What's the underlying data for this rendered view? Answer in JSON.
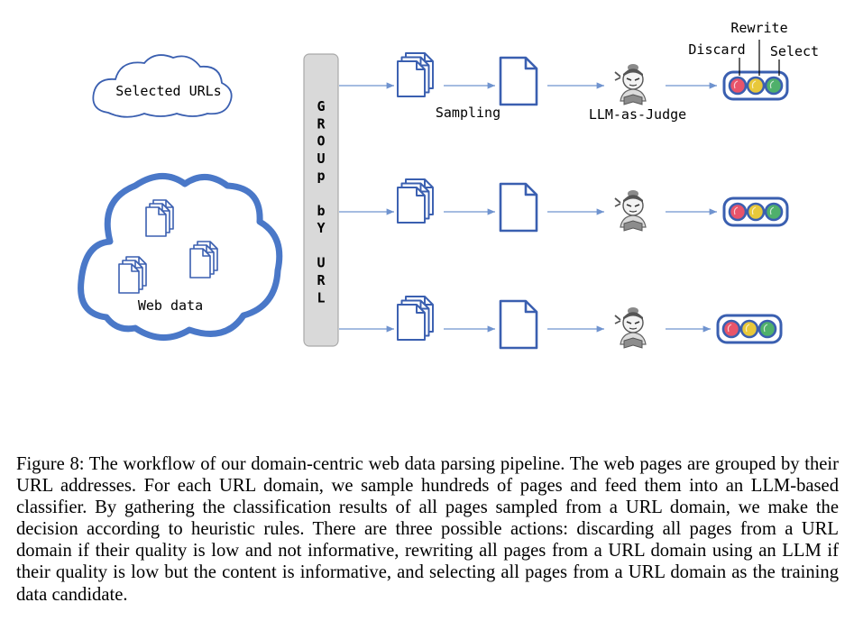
{
  "labels": {
    "selected_urls": "Selected URLs",
    "web_data": "Web data",
    "group_by_url": [
      "G",
      "R",
      "O",
      "U",
      "p",
      "",
      "b",
      "Y",
      "",
      "U",
      "R",
      "L"
    ],
    "sampling": "Sampling",
    "llm_judge": "LLM-as-Judge",
    "rewrite": "Rewrite",
    "discard": "Discard",
    "select": "Select"
  },
  "colors": {
    "cloud_blue": "#4a78c8",
    "doc_blue": "#3a5fb0",
    "arrow_blue": "#6f93cf",
    "group_bar": "#d9d9d9",
    "light_red": "#e8546a",
    "light_yellow": "#e8c83a",
    "light_green": "#4fb06b"
  },
  "icons": [
    "cloud-icon",
    "document-stack-icon",
    "document-icon",
    "judge-person-icon",
    "traffic-light-icon"
  ],
  "caption": "Figure 8: The workflow of our domain-centric web data parsing pipeline. The web pages are grouped by their URL addresses. For each URL domain, we sample hundreds of pages and feed them into an LLM-based classifier. By gathering the classification results of all pages sampled from a URL domain, we make the decision according to heuristic rules. There are three possible actions: discarding all pages from a URL domain if their quality is low and not informative, rewriting all pages from a URL domain using an LLM if their quality is low but the content is informative, and selecting all pages from a URL domain as the training data candidate."
}
